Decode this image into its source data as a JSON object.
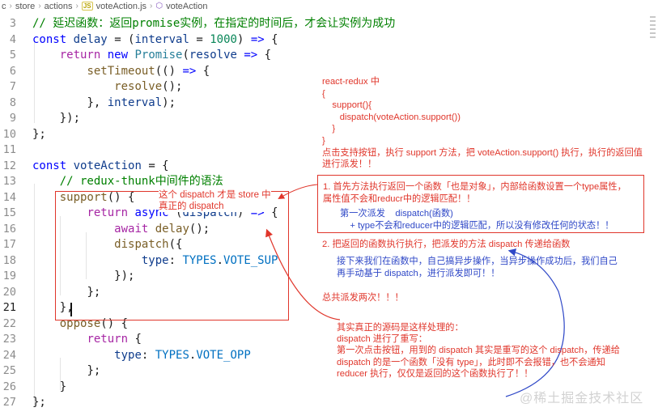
{
  "breadcrumb": {
    "items": [
      "c",
      "store",
      "actions",
      "voteAction.js",
      "voteAction"
    ],
    "file_badge": "JS",
    "symbol_icon": "⬡"
  },
  "editor": {
    "lines": [
      {
        "n": "3",
        "html": "<span class='cm'>// 延迟函数：返回promise实例，在指定的时间后，才会让实例为成功</span>"
      },
      {
        "n": "4",
        "html": "<span class='kw'>const</span> <span class='var'>delay</span> <span class='plain'>= (</span><span class='var'>interval</span> <span class='plain'>=</span> <span class='num'>1000</span><span class='plain'>) </span><span class='kw'>=&gt;</span><span class='plain'> {</span>"
      },
      {
        "n": "5",
        "html": "    <span class='kw2'>return</span> <span class='kw'>new</span> <span class='cls'>Promise</span><span class='plain'>(</span><span class='var'>resolve</span> <span class='kw'>=&gt;</span><span class='plain'> {</span>"
      },
      {
        "n": "6",
        "html": "        <span class='fn'>setTimeout</span><span class='plain'>(() </span><span class='kw'>=&gt;</span><span class='plain'> {</span>"
      },
      {
        "n": "7",
        "html": "            <span class='fn'>resolve</span><span class='plain'>();</span>"
      },
      {
        "n": "8",
        "html": "        <span class='plain'>}, </span><span class='var'>interval</span><span class='plain'>);</span>"
      },
      {
        "n": "9",
        "html": "    <span class='plain'>});</span>"
      },
      {
        "n": "10",
        "html": "<span class='plain'>};</span>"
      },
      {
        "n": "11",
        "html": ""
      },
      {
        "n": "12",
        "html": "<span class='kw'>const</span> <span class='var'>voteAction</span> <span class='plain'>= {</span>"
      },
      {
        "n": "13",
        "html": "    <span class='cm'>// redux-thunk中间件的语法</span>"
      },
      {
        "n": "14",
        "html": "    <span class='fn'>support</span><span class='plain'>() {</span>"
      },
      {
        "n": "15",
        "html": "        <span class='kw2'>return</span> <span class='kw'>async</span> <span class='plain'>(</span><span class='var'>dispatch</span><span class='plain'>) </span><span class='kw'>=&gt;</span><span class='plain'> {</span>"
      },
      {
        "n": "16",
        "html": "            <span class='kw2'>await</span> <span class='fn'>delay</span><span class='plain'>();</span>"
      },
      {
        "n": "17",
        "html": "            <span class='fn'>dispatch</span><span class='plain'>({</span>"
      },
      {
        "n": "18",
        "html": "                <span class='var'>type</span><span class='plain'>: </span><span class='const'>TYPES</span><span class='plain'>.</span><span class='const'>VOTE_SUP</span>"
      },
      {
        "n": "19",
        "html": "            <span class='plain'>});</span>"
      },
      {
        "n": "20",
        "html": "        <span class='plain'>};</span>"
      },
      {
        "n": "21",
        "html": "    <span class='plain'>},</span>"
      },
      {
        "n": "22",
        "html": "    <span class='fn'>oppose</span><span class='plain'>() {</span>"
      },
      {
        "n": "23",
        "html": "        <span class='kw2'>return</span> <span class='plain'>{</span>"
      },
      {
        "n": "24",
        "html": "            <span class='var'>type</span><span class='plain'>: </span><span class='const'>TYPES</span><span class='plain'>.</span><span class='const'>VOTE_OPP</span>"
      },
      {
        "n": "25",
        "html": "        <span class='plain'>};</span>"
      },
      {
        "n": "26",
        "html": "    <span class='plain'>}</span>"
      },
      {
        "n": "27",
        "html": "<span class='plain'>};</span>"
      }
    ],
    "active_line": "21"
  },
  "annotations": {
    "react_redux": "react-redux 中\n{\n    support(){\n       dispatch(voteAction.support())\n    }\n}\n点击支持按钮，执行 support 方法，把 voteAction.support() 执行，执行的返回值\n进行派发！！",
    "dispatch_note": "这个 dispatch 才是 store 中\n真正的 dispatch",
    "box1_red": "1. 首先方法执行返回一个函数「也是对象」，内部给函数设置一个type属性，\n属性值不会和reducr中的逻辑匹配！！",
    "box1_blue": "第一次派发    dispatch(函数)\n    + type不会和reducer中的逻辑匹配，所以没有修改任何的状态！！",
    "step2": "2. 把返回的函数执行执行，把派发的方法 dispatch 传递给函数",
    "step2_blue": "接下来我们在函数中，自己搞异步操作，当异步操作成功后，我们自己\n再手动基于 dispatch，进行派发即可！！",
    "total": "总共派发两次！！！",
    "source_note": "其实真正的源码是这样处理的：\ndispatch 进行了重写：\n第一次点击按钮，用到的 dispatch 其实是重写的这个 dispatch，传递给\ndispatch 的是一个函数「没有 type」，此时即不会报错，也不会通知\nreducer 执行，仅仅是返回的这个函数执行了！！"
  },
  "watermark": "@稀土掘金技术社区",
  "colors": {
    "annotation_red": "#e0362b",
    "annotation_blue": "#2f48c7",
    "keyword_blue": "#0000ff",
    "comment_green": "#008000"
  }
}
